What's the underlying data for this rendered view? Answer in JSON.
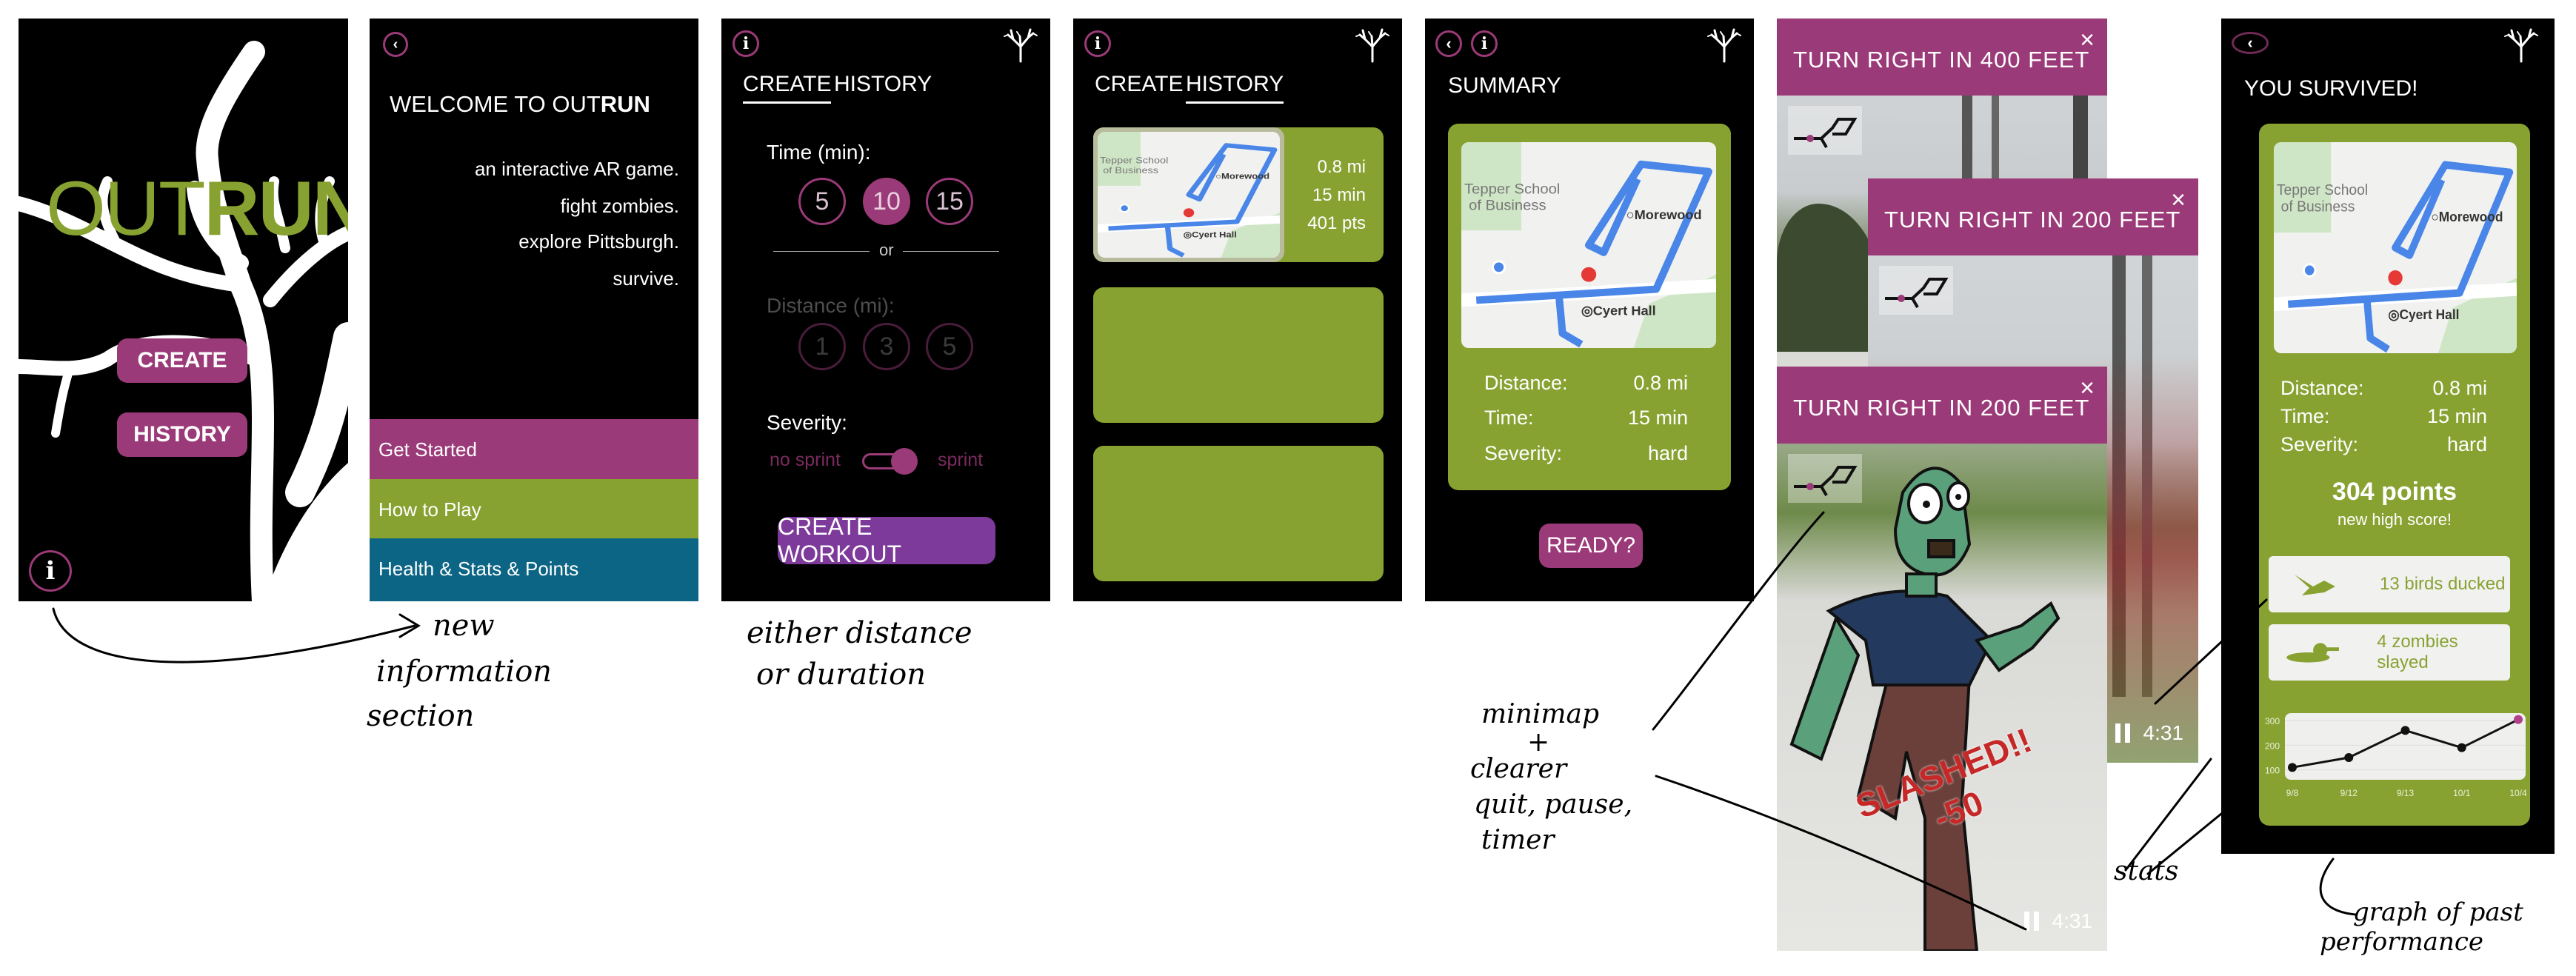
{
  "colors": {
    "purple": "#9b3a78",
    "green": "#88a232",
    "teal": "#0c6585",
    "violet": "#7d3a9a"
  },
  "home": {
    "logo_light": "OUT",
    "logo_bold": "RUN",
    "create": "CREATE",
    "history": "HISTORY",
    "icons": [
      "tree-icon",
      "info-icon"
    ]
  },
  "welcome": {
    "title_light": "WELCOME TO OUT",
    "title_bold": "RUN",
    "lines": [
      "an interactive AR game.",
      "fight zombies.",
      "explore Pittsburgh.",
      "survive."
    ],
    "menu": [
      "Get Started",
      "How to Play",
      "Health & Stats & Points"
    ]
  },
  "create": {
    "tabs": [
      "CREATE",
      "HISTORY"
    ],
    "time_label": "Time (min):",
    "time_options": [
      "5",
      "10",
      "15"
    ],
    "time_selected": "10",
    "or": "or",
    "distance_label": "Distance (mi):",
    "distance_options": [
      "1",
      "3",
      "5"
    ],
    "severity_label": "Severity:",
    "severity_low": "no sprint",
    "severity_high": "sprint",
    "severity_value": 1,
    "button": "CREATE WORKOUT"
  },
  "map": {
    "school1": "Tepper School",
    "school2": "of Business",
    "morewood": "Morewood",
    "cyert": "Cyert Hall"
  },
  "history": {
    "tabs": [
      "CREATE",
      "HISTORY"
    ],
    "entries": [
      {
        "distance": "0.8 mi",
        "time": "15 min",
        "points": "401 pts"
      }
    ]
  },
  "summary": {
    "title": "SUMMARY",
    "rows": [
      {
        "label": "Distance:",
        "value": "0.8 mi"
      },
      {
        "label": "Time:",
        "value": "15 min"
      },
      {
        "label": "Severity:",
        "value": "hard"
      }
    ],
    "button": "READY?"
  },
  "ar": {
    "frames": [
      {
        "instruction": "TURN RIGHT IN 400 FEET"
      },
      {
        "instruction": "TURN RIGHT IN 200 FEET",
        "timer": "4:31"
      },
      {
        "instruction": "TURN RIGHT IN 200 FEET",
        "timer": "4:31",
        "hit": "SLASHED!!",
        "penalty": "-50"
      }
    ],
    "close": "×"
  },
  "result": {
    "title": "YOU SURVIVED!",
    "rows": [
      {
        "label": "Distance:",
        "value": "0.8 mi"
      },
      {
        "label": "Time:",
        "value": "15 min"
      },
      {
        "label": "Severity:",
        "value": "hard"
      }
    ],
    "points": "304 points",
    "subtitle": "new high score!",
    "birds": "13 birds ducked",
    "zombies": "4 zombies slayed"
  },
  "chart_data": {
    "type": "line",
    "categories": [
      "9/8",
      "9/12",
      "9/13",
      "10/1",
      "10/4"
    ],
    "values": [
      110,
      150,
      260,
      190,
      304
    ],
    "yticks": [
      "100",
      "200",
      "300"
    ],
    "ylim": [
      60,
      330
    ],
    "highlight_last": true,
    "grid": true
  },
  "annotations": {
    "info": [
      "new",
      "information",
      "section"
    ],
    "create": [
      "either distance",
      "or duration"
    ],
    "ar": [
      "minimap",
      "+",
      "clearer",
      "quit, pause,",
      "timer"
    ],
    "stats": "stats",
    "graph": [
      "graph of past",
      "performance"
    ]
  }
}
